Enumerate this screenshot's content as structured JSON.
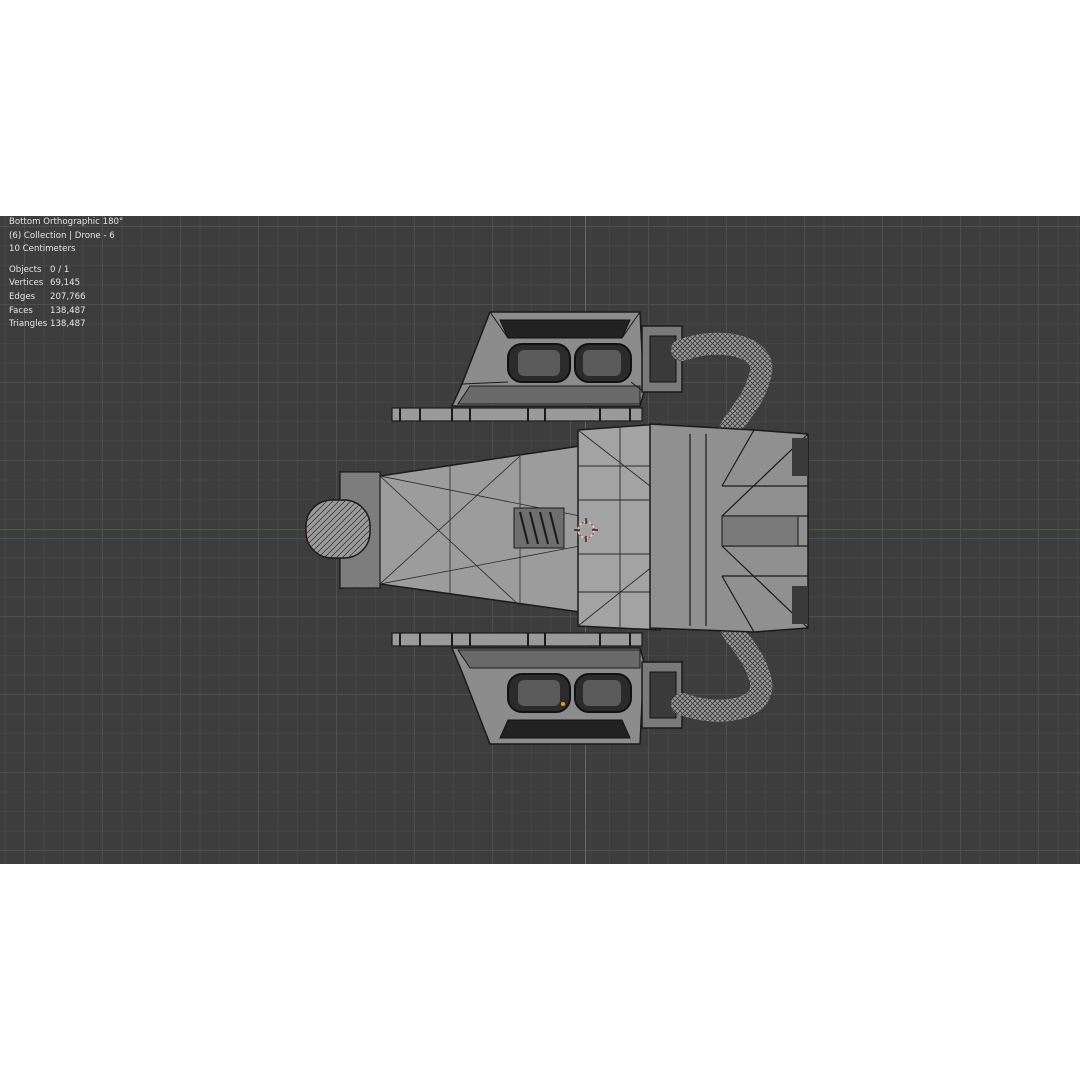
{
  "viewport": {
    "view_name": "Bottom Orthographic 180°",
    "collection": "(6) Collection | Drone - 6",
    "scale": "10 Centimeters",
    "stats": [
      {
        "label": "Objects",
        "value": "0 / 1"
      },
      {
        "label": "Vertices",
        "value": "69,145"
      },
      {
        "label": "Edges",
        "value": "207,766"
      },
      {
        "label": "Faces",
        "value": "138,487"
      },
      {
        "label": "Triangles",
        "value": "138,487"
      }
    ]
  },
  "colors": {
    "background": "#3d3d3d",
    "x_axis": "#8a3a3a",
    "y_axis": "#5d7a2c",
    "mesh_fill": "#8c8c8c",
    "wire": "#1a1a1a"
  }
}
